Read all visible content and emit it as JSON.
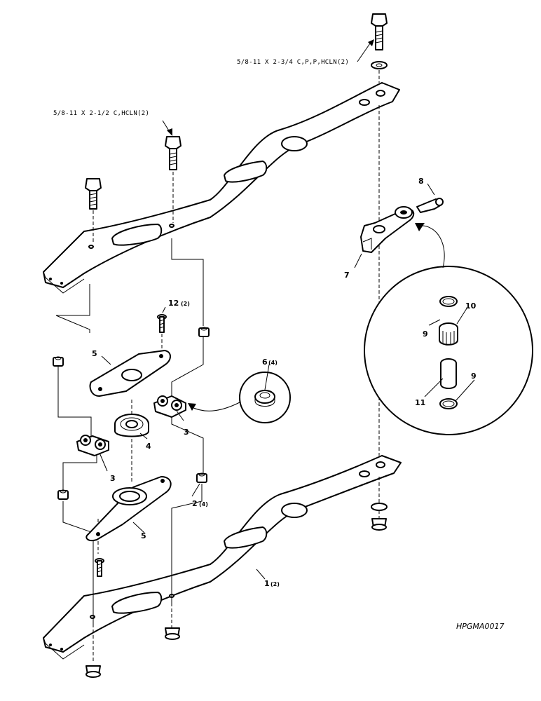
{
  "callouts": {
    "bolt_upper_right": "5/8-11 X 2-3/4 C,P,P,HCLN(2)",
    "bolt_upper_left": "5/8-11 X 2-1/2 C,HCLN(2)"
  },
  "items": [
    {
      "num": "1",
      "qty": "(2)"
    },
    {
      "num": "2",
      "qty": "(4)"
    },
    {
      "num": "3",
      "qty": ""
    },
    {
      "num": "4",
      "qty": ""
    },
    {
      "num": "5",
      "qty": ""
    },
    {
      "num": "6",
      "qty": "(4)"
    },
    {
      "num": "7",
      "qty": ""
    },
    {
      "num": "8",
      "qty": ""
    },
    {
      "num": "9",
      "qty": ""
    },
    {
      "num": "10",
      "qty": ""
    },
    {
      "num": "11",
      "qty": ""
    },
    {
      "num": "12",
      "qty": "(2)"
    }
  ],
  "labels": {
    "item1": "1",
    "item1_qty": "(2)",
    "item2": "2",
    "item2_qty": "(4)",
    "item3a": "3",
    "item3b": "3",
    "item4": "4",
    "item5a": "5",
    "item5b": "5",
    "item6": "6",
    "item6_qty": "(4)",
    "item7": "7",
    "item8": "8",
    "item9a": "9",
    "item9b": "9",
    "item10": "10",
    "item11": "11",
    "item12": "12",
    "item12_qty": "(2)"
  },
  "figure_id": "HPGMA0017"
}
